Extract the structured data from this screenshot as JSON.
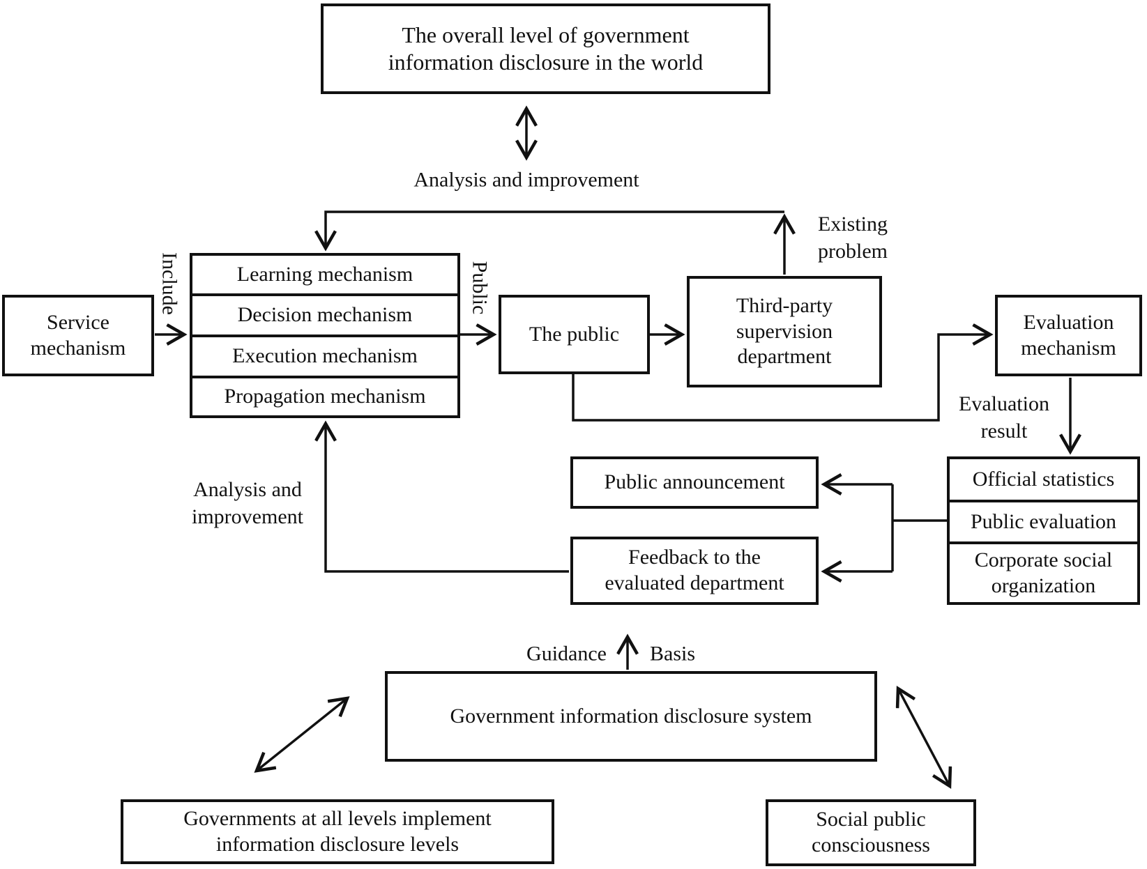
{
  "diagram": {
    "title_box": "The overall level of government information disclosure in the world",
    "boxes": {
      "service": "Service mechanism",
      "learning": "Learning mechanism",
      "decision": "Decision mechanism",
      "execution": "Execution mechanism",
      "propagation": "Propagation mechanism",
      "the_public": "The public",
      "third_party": "Third-party supervision department",
      "evaluation_mechanism": "Evaluation mechanism",
      "official_statistics": "Official statistics",
      "public_evaluation": "Public evaluation",
      "corporate_social": "Corporate social organization",
      "public_announcement": "Public announcement",
      "feedback": "Feedback to the evaluated department",
      "gov_system": "Government information disclosure system",
      "gov_levels": "Governments at all levels implement information disclosure levels",
      "social_consciousness": "Social public consciousness"
    },
    "labels": {
      "analysis_improvement_top": "Analysis and improvement",
      "existing_problem_line1": "Existing",
      "existing_problem_line2": "problem",
      "include": "Include",
      "public": "Public",
      "analysis_left_line1": "Analysis and",
      "analysis_left_line2": "improvement",
      "evaluation_result_line1": "Evaluation",
      "evaluation_result_line2": "result",
      "guidance": "Guidance",
      "basis": "Basis"
    },
    "colors": {
      "line": "#111111",
      "background": "#ffffff",
      "box_fill": "#ffffff"
    }
  }
}
